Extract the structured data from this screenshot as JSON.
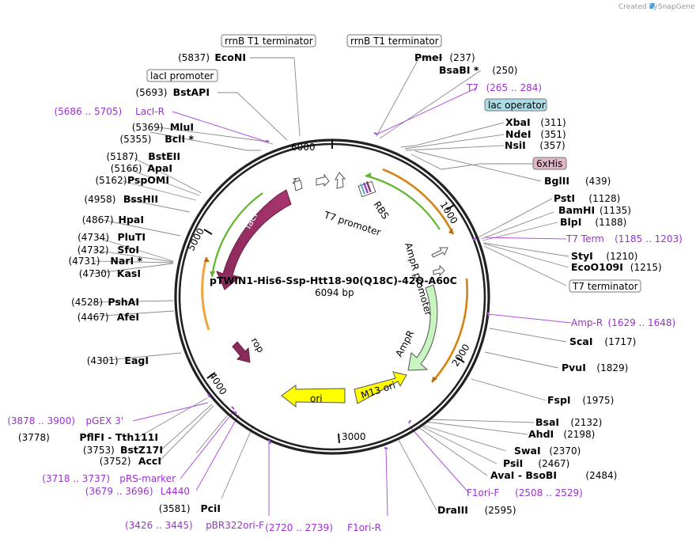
{
  "credit": "Created by",
  "logo": "SnapGene",
  "plasmid": {
    "name": "pTWIN1-His6-Ssp-Htt18-90(Q18C)-42Q-A60C",
    "length": "6094 bp"
  },
  "ticks": [
    "6000",
    "1000",
    "2000",
    "3000",
    "4000",
    "5000"
  ],
  "features": {
    "lacI": "lacI",
    "AmpR": "AmpR",
    "ori": "ori",
    "M13ori": "M13 ori",
    "rop": "rop",
    "T7promoter": "T7 promoter",
    "RBS": "RBS",
    "AmpRpromoter": "AmpR promoter"
  },
  "boxes": {
    "rrnb1": "rrnB T1 terminator",
    "rrnb2": "rrnB T1 terminator",
    "lacIpromoter": "lacI promoter",
    "lacOperator": "lac operator",
    "his": "6xHis",
    "t7terminator": "T7 terminator"
  },
  "sites": [
    {
      "side": "left",
      "name": "EcoNI",
      "pos": "(5837)"
    },
    {
      "side": "left",
      "name": "BstAPI",
      "pos": "(5693)"
    },
    {
      "side": "left",
      "name": "MluI",
      "pos": "(5369)"
    },
    {
      "side": "left",
      "name": "BclI *",
      "pos": "(5355)"
    },
    {
      "side": "left",
      "name": "BstEII",
      "pos": "(5187)"
    },
    {
      "side": "left",
      "name": "ApaI",
      "pos": "(5166)"
    },
    {
      "side": "left",
      "name": "PspOMI",
      "pos": "(5162)"
    },
    {
      "side": "left",
      "name": "BssHII",
      "pos": "(4958)"
    },
    {
      "side": "left",
      "name": "HpaI",
      "pos": "(4867)"
    },
    {
      "side": "left",
      "name": "PluTI",
      "pos": "(4734)"
    },
    {
      "side": "left",
      "name": "SfoI",
      "pos": "(4732)"
    },
    {
      "side": "left",
      "name": "NarI *",
      "pos": "(4731)"
    },
    {
      "side": "left",
      "name": "KasI",
      "pos": "(4730)"
    },
    {
      "side": "left",
      "name": "PshAI",
      "pos": "(4528)"
    },
    {
      "side": "left",
      "name": "AfeI",
      "pos": "(4467)"
    },
    {
      "side": "left",
      "name": "EagI",
      "pos": "(4301)"
    },
    {
      "side": "left",
      "name": "PflFI  -  Tth111I",
      "pos": "(3778)"
    },
    {
      "side": "left",
      "name": "BstZ17I",
      "pos": "(3753)"
    },
    {
      "side": "left",
      "name": "AccI",
      "pos": "(3752)"
    },
    {
      "side": "left",
      "name": "PciI",
      "pos": "(3581)"
    },
    {
      "side": "right",
      "name": "PmeI",
      "pos": "(237)"
    },
    {
      "side": "right",
      "name": "BsaBI *",
      "pos": "(250)"
    },
    {
      "side": "right",
      "name": "XbaI",
      "pos": "(311)"
    },
    {
      "side": "right",
      "name": "NdeI",
      "pos": "(351)"
    },
    {
      "side": "right",
      "name": "NsiI",
      "pos": "(357)"
    },
    {
      "side": "right",
      "name": "BglII",
      "pos": "(439)"
    },
    {
      "side": "right",
      "name": "PstI",
      "pos": "(1128)"
    },
    {
      "side": "right",
      "name": "BamHI",
      "pos": "(1135)"
    },
    {
      "side": "right",
      "name": "BlpI",
      "pos": "(1188)"
    },
    {
      "side": "right",
      "name": "StyI",
      "pos": "(1210)"
    },
    {
      "side": "right",
      "name": "EcoO109I",
      "pos": "(1215)"
    },
    {
      "side": "right",
      "name": "ScaI",
      "pos": "(1717)"
    },
    {
      "side": "right",
      "name": "PvuI",
      "pos": "(1829)"
    },
    {
      "side": "right",
      "name": "FspI",
      "pos": "(1975)"
    },
    {
      "side": "right",
      "name": "BsaI",
      "pos": "(2132)"
    },
    {
      "side": "right",
      "name": "AhdI",
      "pos": "(2198)"
    },
    {
      "side": "right",
      "name": "SwaI",
      "pos": "(2370)"
    },
    {
      "side": "right",
      "name": "PsiI",
      "pos": "(2467)"
    },
    {
      "side": "right",
      "name": "AvaI  -  BsoBI",
      "pos": "(2484)"
    },
    {
      "side": "right",
      "name": "DraIII",
      "pos": "(2595)"
    }
  ],
  "primers": [
    {
      "side": "left",
      "name": "LacI-R",
      "pos": "(5686 .. 5705)"
    },
    {
      "side": "right",
      "name": "T7",
      "pos": "(265 .. 284)"
    },
    {
      "side": "right",
      "name": "T7 Term",
      "pos": "(1185 .. 1203)"
    },
    {
      "side": "right",
      "name": "Amp-R",
      "pos": "(1629 .. 1648)"
    },
    {
      "side": "left",
      "name": "pGEX 3'",
      "pos": "(3878 .. 3900)"
    },
    {
      "side": "left",
      "name": "pRS-marker",
      "pos": "(3718 .. 3737)"
    },
    {
      "side": "left",
      "name": "L4440",
      "pos": "(3679 .. 3696)"
    },
    {
      "side": "left",
      "name": "pBR322ori-F",
      "pos": "(3426 .. 3445)"
    },
    {
      "side": "left",
      "name": "F1ori-R",
      "pos": "(2720 .. 2739)"
    },
    {
      "side": "right",
      "name": "F1ori-F",
      "pos": "(2508 .. 2529)"
    }
  ]
}
